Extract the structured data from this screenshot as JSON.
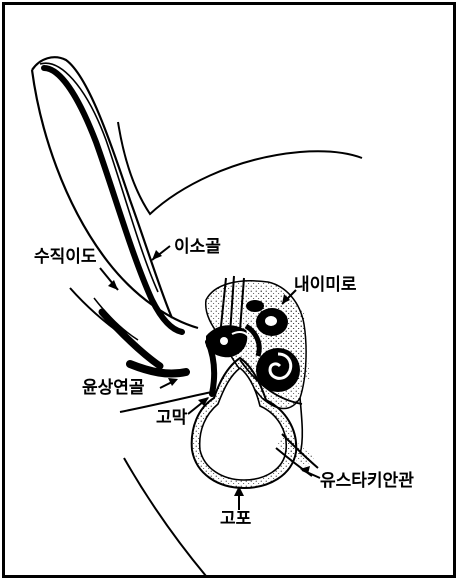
{
  "figure": {
    "labels": {
      "ear_canal": "수직이도",
      "ossicles": "이소골",
      "inner_ear": "내이미로",
      "annular_cartilage": "윤상연골",
      "eardrum": "고막",
      "eustachian_tube": "유스타키안관",
      "tympanic_bulla": "고포"
    }
  }
}
